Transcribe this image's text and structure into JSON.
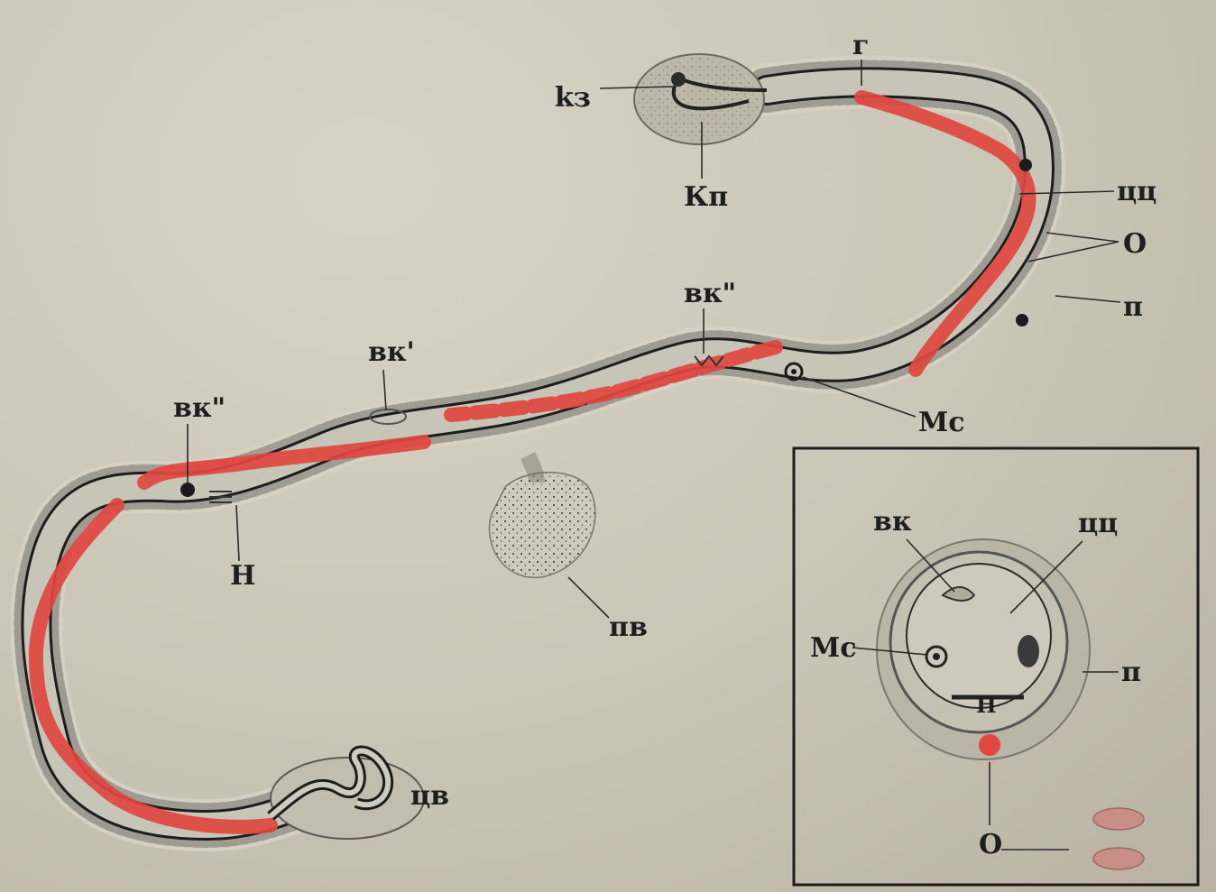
{
  "labels": {
    "kz": "kз",
    "kp": "Кп",
    "g": "г",
    "cc_top": "цц",
    "o_top": "О",
    "p_top": "п",
    "vk2_top": "вк\"",
    "vk1": "вк'",
    "vk2_left": "вк\"",
    "mc_top": "Мс",
    "n_left": "Н",
    "pv": "пв",
    "cv": "цв"
  },
  "inset": {
    "vk": "вк",
    "cc": "цц",
    "mc": "Мс",
    "p": "п",
    "n": "Н",
    "o": "О"
  }
}
